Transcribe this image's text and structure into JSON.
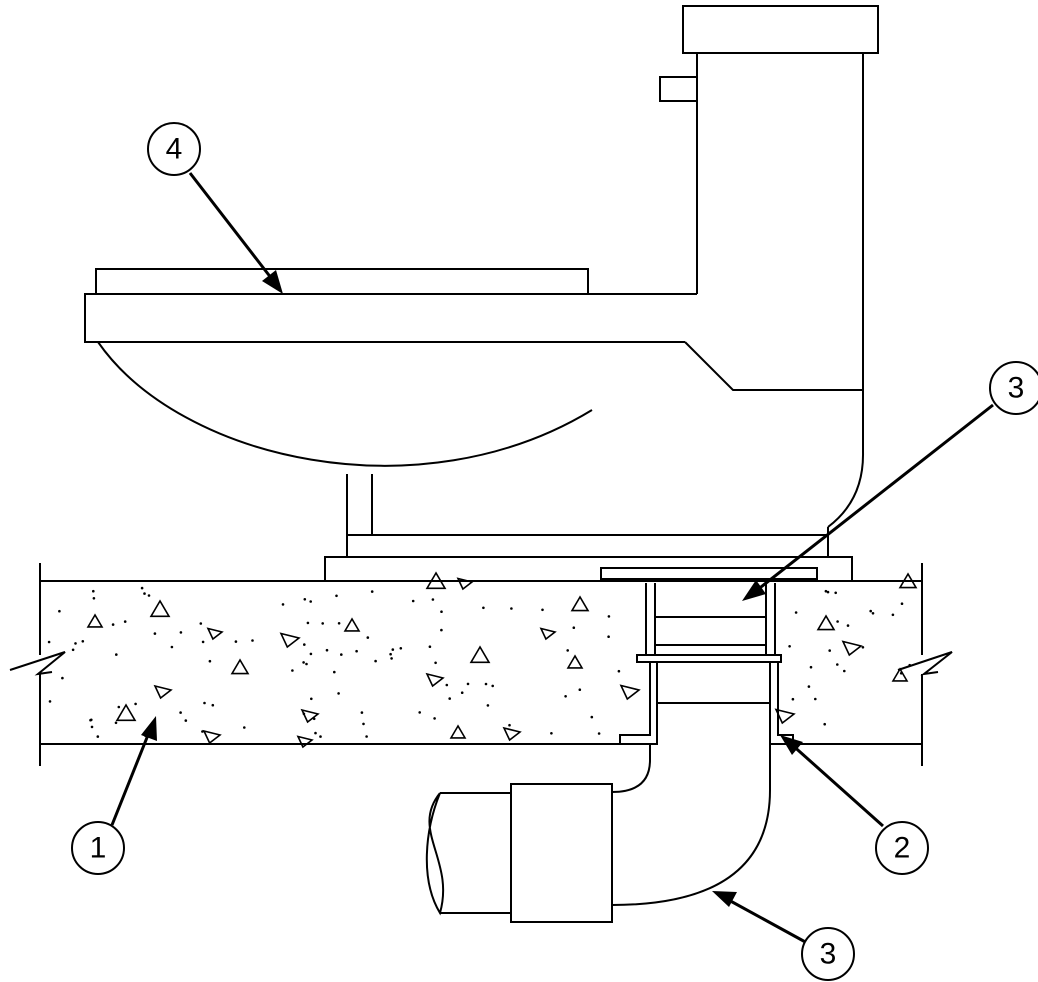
{
  "callouts": [
    {
      "id": "callout-1",
      "label": "1"
    },
    {
      "id": "callout-2",
      "label": "2"
    },
    {
      "id": "callout-3-top",
      "label": "3"
    },
    {
      "id": "callout-3-bottom",
      "label": "3"
    },
    {
      "id": "callout-4",
      "label": "4"
    }
  ]
}
